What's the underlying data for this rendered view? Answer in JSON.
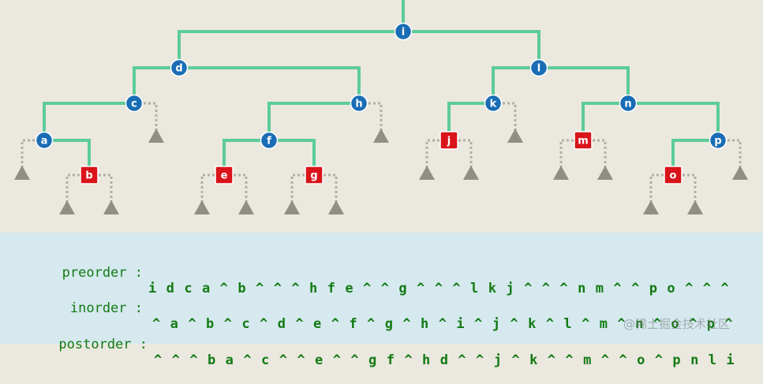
{
  "colors": {
    "edge": "#5ccc9a",
    "null_edge": "#b0b0a4",
    "internal_node": "#1a6db5",
    "leaf_node": "#d9141a",
    "null_marker": "#8f8f86",
    "traversal_text": "#127a12"
  },
  "tree": {
    "nodes": [
      {
        "id": "i",
        "label": "i",
        "kind": "internal"
      },
      {
        "id": "d",
        "label": "d",
        "kind": "internal"
      },
      {
        "id": "l",
        "label": "l",
        "kind": "internal"
      },
      {
        "id": "c",
        "label": "c",
        "kind": "internal"
      },
      {
        "id": "h",
        "label": "h",
        "kind": "internal"
      },
      {
        "id": "k",
        "label": "k",
        "kind": "internal"
      },
      {
        "id": "n",
        "label": "n",
        "kind": "internal"
      },
      {
        "id": "a",
        "label": "a",
        "kind": "internal"
      },
      {
        "id": "f",
        "label": "f",
        "kind": "internal"
      },
      {
        "id": "p",
        "label": "p",
        "kind": "internal"
      },
      {
        "id": "b",
        "label": "b",
        "kind": "leaf"
      },
      {
        "id": "e",
        "label": "e",
        "kind": "leaf"
      },
      {
        "id": "g",
        "label": "g",
        "kind": "leaf"
      },
      {
        "id": "j",
        "label": "j",
        "kind": "leaf"
      },
      {
        "id": "m",
        "label": "m",
        "kind": "leaf"
      },
      {
        "id": "o",
        "label": "o",
        "kind": "leaf"
      }
    ],
    "edges": [
      [
        "i",
        "d"
      ],
      [
        "i",
        "l"
      ],
      [
        "d",
        "c"
      ],
      [
        "d",
        "h"
      ],
      [
        "l",
        "k"
      ],
      [
        "l",
        "n"
      ],
      [
        "c",
        "a"
      ],
      [
        "h",
        "f"
      ],
      [
        "k",
        "j"
      ],
      [
        "n",
        "m"
      ],
      [
        "n",
        "p"
      ],
      [
        "a",
        "b"
      ],
      [
        "f",
        "e"
      ],
      [
        "f",
        "g"
      ],
      [
        "p",
        "o"
      ]
    ],
    "null_children": [
      [
        "c",
        "R"
      ],
      [
        "h",
        "R"
      ],
      [
        "k",
        "R"
      ],
      [
        "a",
        "L"
      ],
      [
        "b",
        "L"
      ],
      [
        "b",
        "R"
      ],
      [
        "e",
        "L"
      ],
      [
        "e",
        "R"
      ],
      [
        "g",
        "L"
      ],
      [
        "g",
        "R"
      ],
      [
        "j",
        "L"
      ],
      [
        "j",
        "R"
      ],
      [
        "m",
        "L"
      ],
      [
        "m",
        "R"
      ],
      [
        "p",
        "R"
      ],
      [
        "o",
        "L"
      ],
      [
        "o",
        "R"
      ]
    ]
  },
  "traversals": {
    "preorder": {
      "label": "preorder :",
      "sequence": "i d c a ^ b ^ ^ ^ h f e ^ ^ g ^ ^ ^ l k j ^ ^ ^ n m ^ ^ p o ^ ^ ^"
    },
    "inorder": {
      "label": "inorder :",
      "sequence": "^ a ^ b ^ c ^ d ^ e ^ f ^ g ^ h ^ i ^ j ^ k ^ l ^ m ^ n ^ o ^ p ^"
    },
    "postorder": {
      "label": "postorder :",
      "sequence": "^ ^ ^ b a ^ c ^ ^ e ^ ^ g f ^ h d ^ ^ j ^ k ^ ^ m ^ ^ o ^ p n l i"
    }
  },
  "watermark": "@稀土掘金技术社区"
}
